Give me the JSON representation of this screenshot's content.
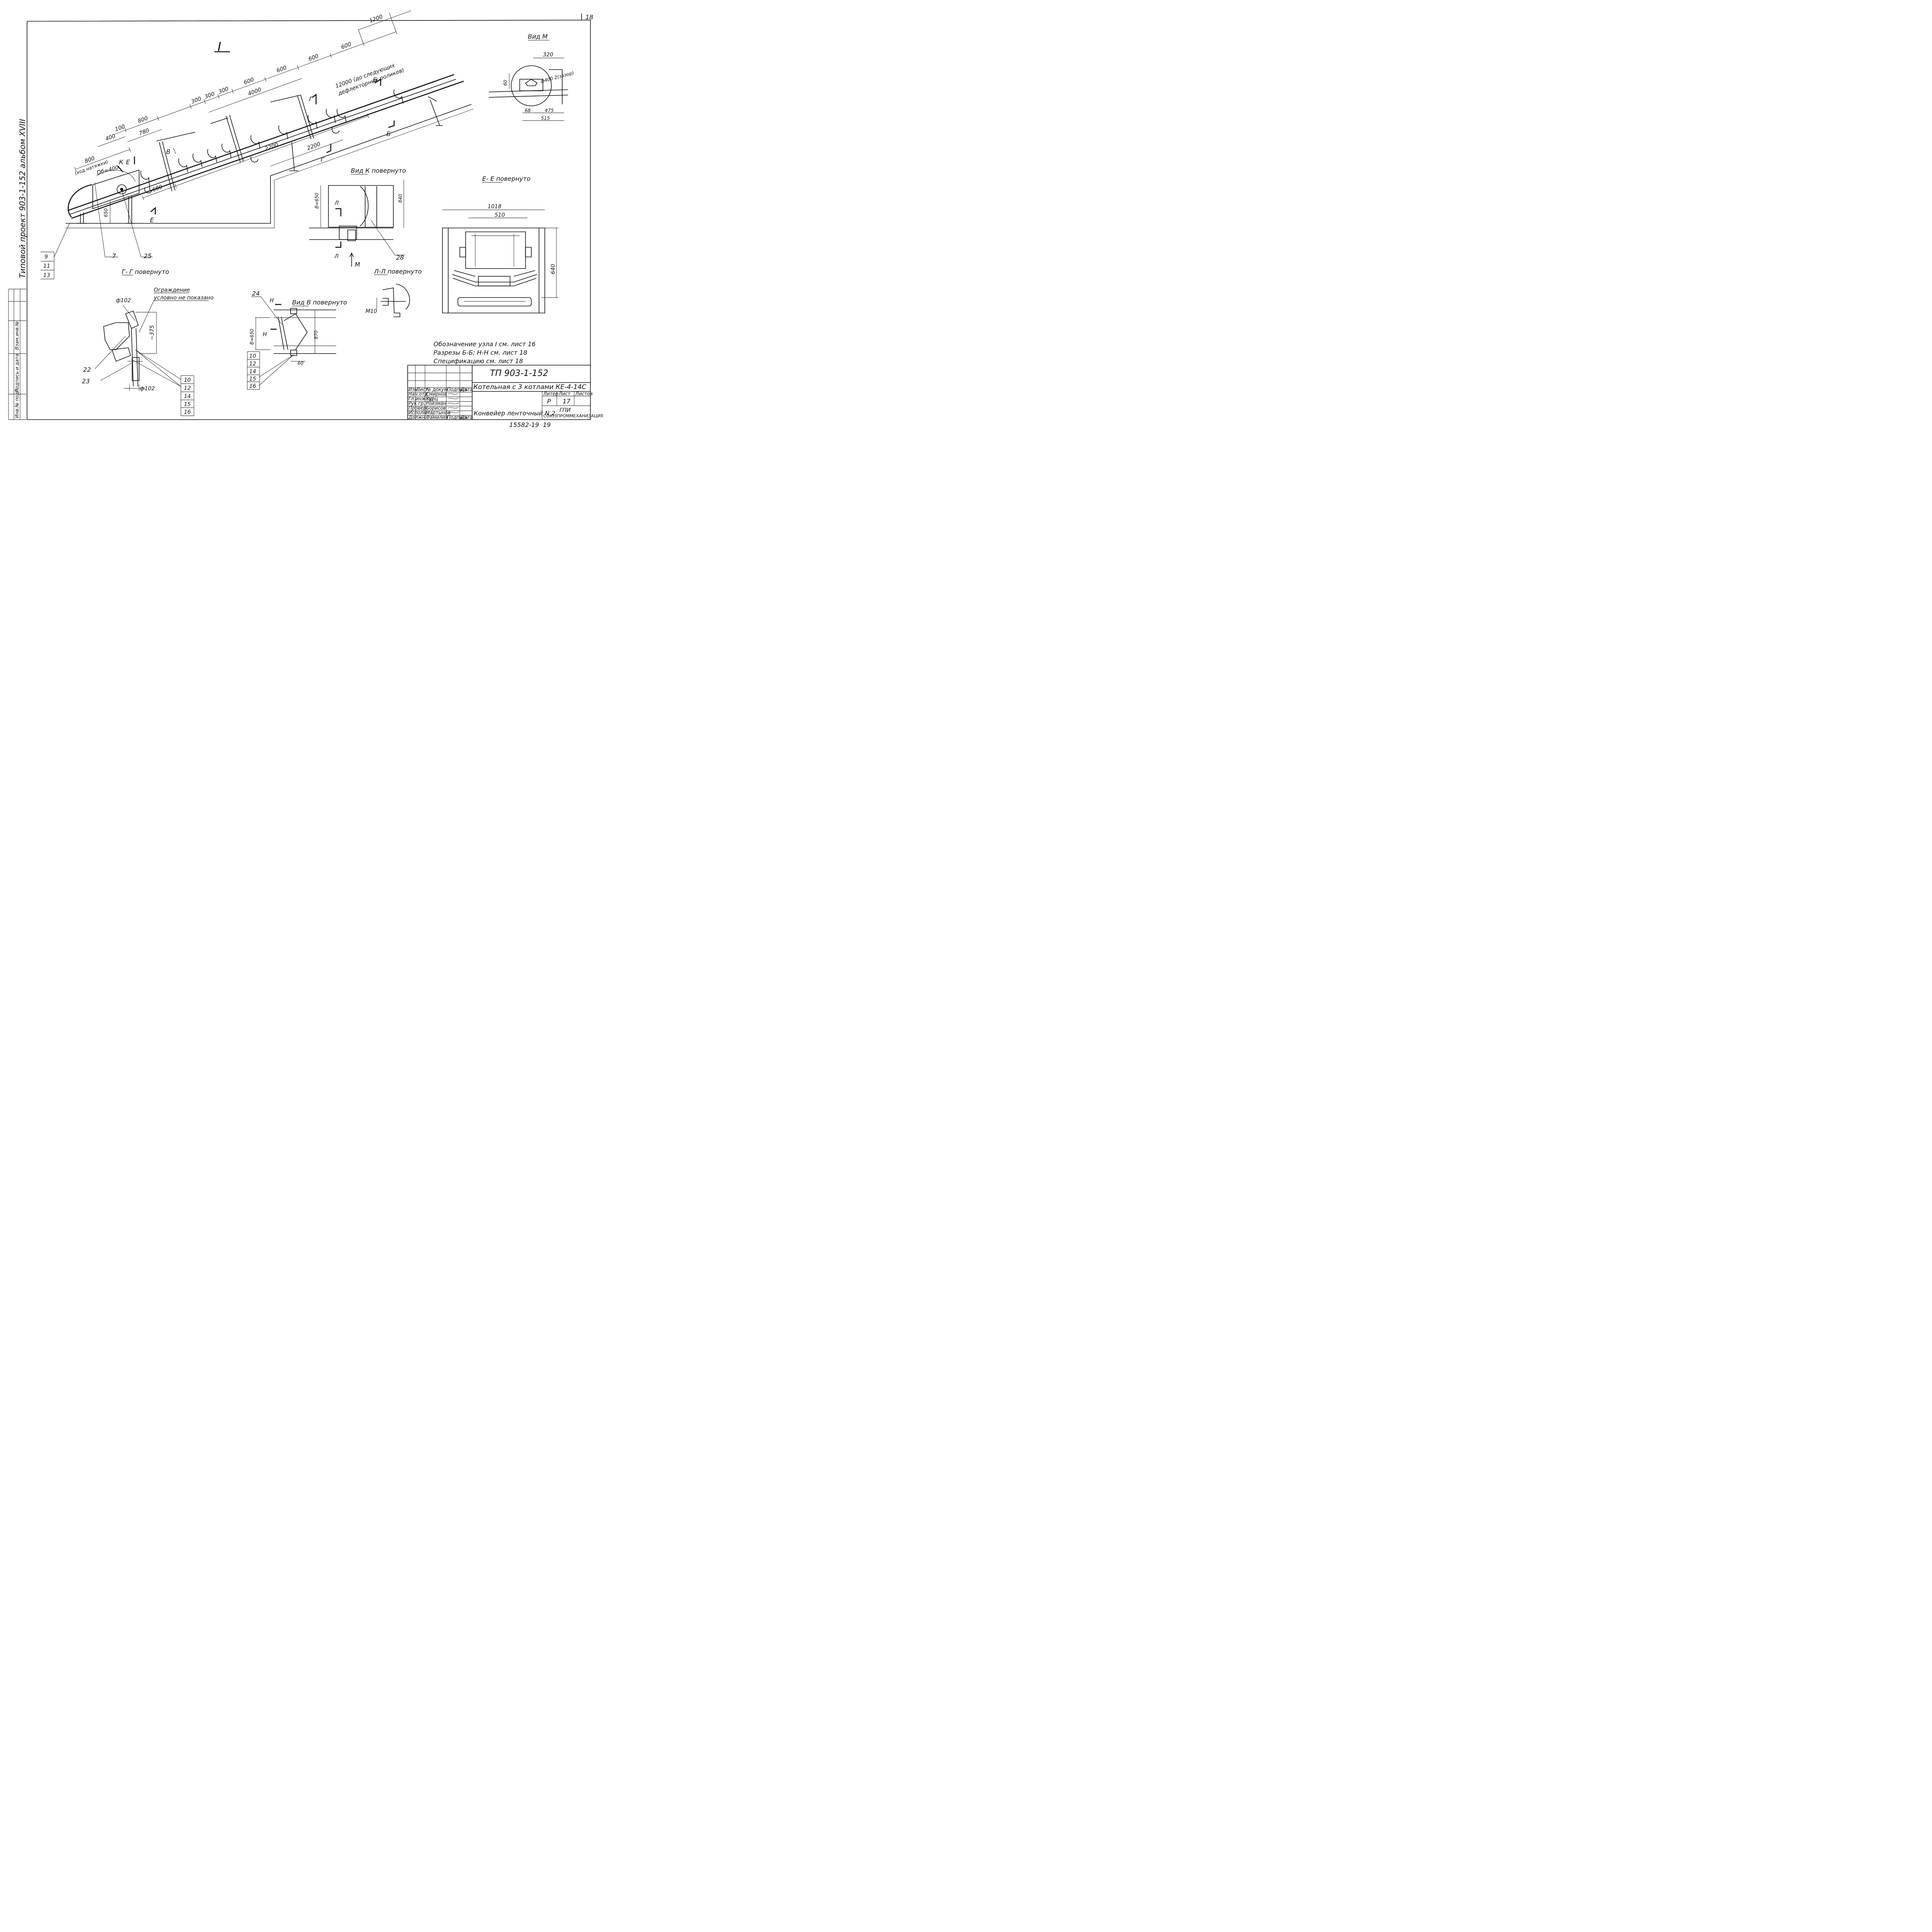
{
  "sheet_corner": {
    "number": "18"
  },
  "left_margin": {
    "vertical_title": "Типовой проект 903-1-152 альбом XVIII",
    "inventory_labels": [
      "Инв.№ подл.",
      "Подпись и дата",
      "Взам.инв.№"
    ]
  },
  "main_view": {
    "node_label": "I",
    "chain_dims": [
      "100",
      "800",
      "300",
      "300",
      "300",
      "600",
      "600",
      "600",
      "600",
      "1200"
    ],
    "dim_4000": "4000",
    "dim_780": "780",
    "dim_400": "400",
    "dim_800_stroke": "800",
    "stroke_note": "(ход натяжки)",
    "drum_note": "Dб=400",
    "dim_680": "680",
    "dim_2200_lower": "2200",
    "dim_2200_upper": "2200",
    "dim_650": "650",
    "deflector_note_1": "12000 (до следующих",
    "deflector_note_2": "дефлекторных роликов)",
    "section_marks": {
      "K": "К",
      "E": "Е",
      "V": "В",
      "G": "Г",
      "B": "Б"
    }
  },
  "callouts_left": [
    "9",
    "11",
    "13"
  ],
  "callout_7": "7",
  "callout_25": "25",
  "section_gg": {
    "title": "Г- Г повернуто",
    "guard_line1": "Ограждение",
    "guard_line2": "условно не показано",
    "dia_top": "ф102",
    "dia_bottom": "ф102",
    "dim_375": "~375",
    "callout_22": "22",
    "callout_23": "23",
    "callouts": [
      "10",
      "12",
      "14",
      "15",
      "16"
    ]
  },
  "view_v": {
    "title": "Вид В повернуто",
    "callout_24": "24",
    "mark_h": "Н",
    "dim_b650": "В=650",
    "dim_870": "870",
    "dim_60": "60",
    "callouts": [
      "10",
      "12",
      "14",
      "15",
      "16"
    ]
  },
  "view_k": {
    "title": "Вид К повернуто",
    "dim_b650": "В=650",
    "dim_840": "840",
    "mark_l": "Л",
    "mark_m": "М",
    "callout_28": "28"
  },
  "section_ll": {
    "title": "Л-Л повернуто",
    "bolt": "М10"
  },
  "view_m": {
    "title": "Вид М",
    "dim_320": "320",
    "dim_60": "60",
    "gap_note": "ф400 2(зазор)",
    "dim_68": "68",
    "dim_475": "475",
    "dim_515": "515"
  },
  "section_ee": {
    "title": "Е- Е повернуто",
    "dim_1018": "1018",
    "dim_510": "510",
    "dim_640": "640"
  },
  "notes": [
    "Обозначение узла I см. лист 16",
    "Разрезы Б-Б; Н-Н см. лист 18",
    "Спецификацию см. лист 18"
  ],
  "title_block": {
    "project_code": "ТП 903-1-152",
    "object_name": "Котельная с 3 котлами КЕ-4-14С",
    "drawing_name": "Конвейер ленточный N 2",
    "header_cols": [
      "Изм.",
      "Лист",
      "№ докум.",
      "Подпись",
      "Дата"
    ],
    "staff": [
      {
        "role": "Нач.отд.",
        "name": "Смирнов"
      },
      {
        "role": "Гл.инж.пр.",
        "name": "Курц"
      },
      {
        "role": "Рук.гр.",
        "name": "Ройзман"
      },
      {
        "role": "Провер.",
        "name": "Борисов"
      },
      {
        "role": "Исполн.",
        "name": "Мартынов"
      }
    ],
    "footer_cols": [
      "Должн.",
      "Фамилия",
      "Подпись",
      "Дата"
    ],
    "stage_header": "Литер",
    "sheet_header": "Лист",
    "sheets_header": "Листов",
    "stage": "Р",
    "sheet": "17",
    "org_1": "ГПИ",
    "org_2": "СОЮЗПРОММЕХАНИЗАЦИЯ"
  },
  "bottom_code": {
    "code": "15582-19",
    "page": "19"
  }
}
